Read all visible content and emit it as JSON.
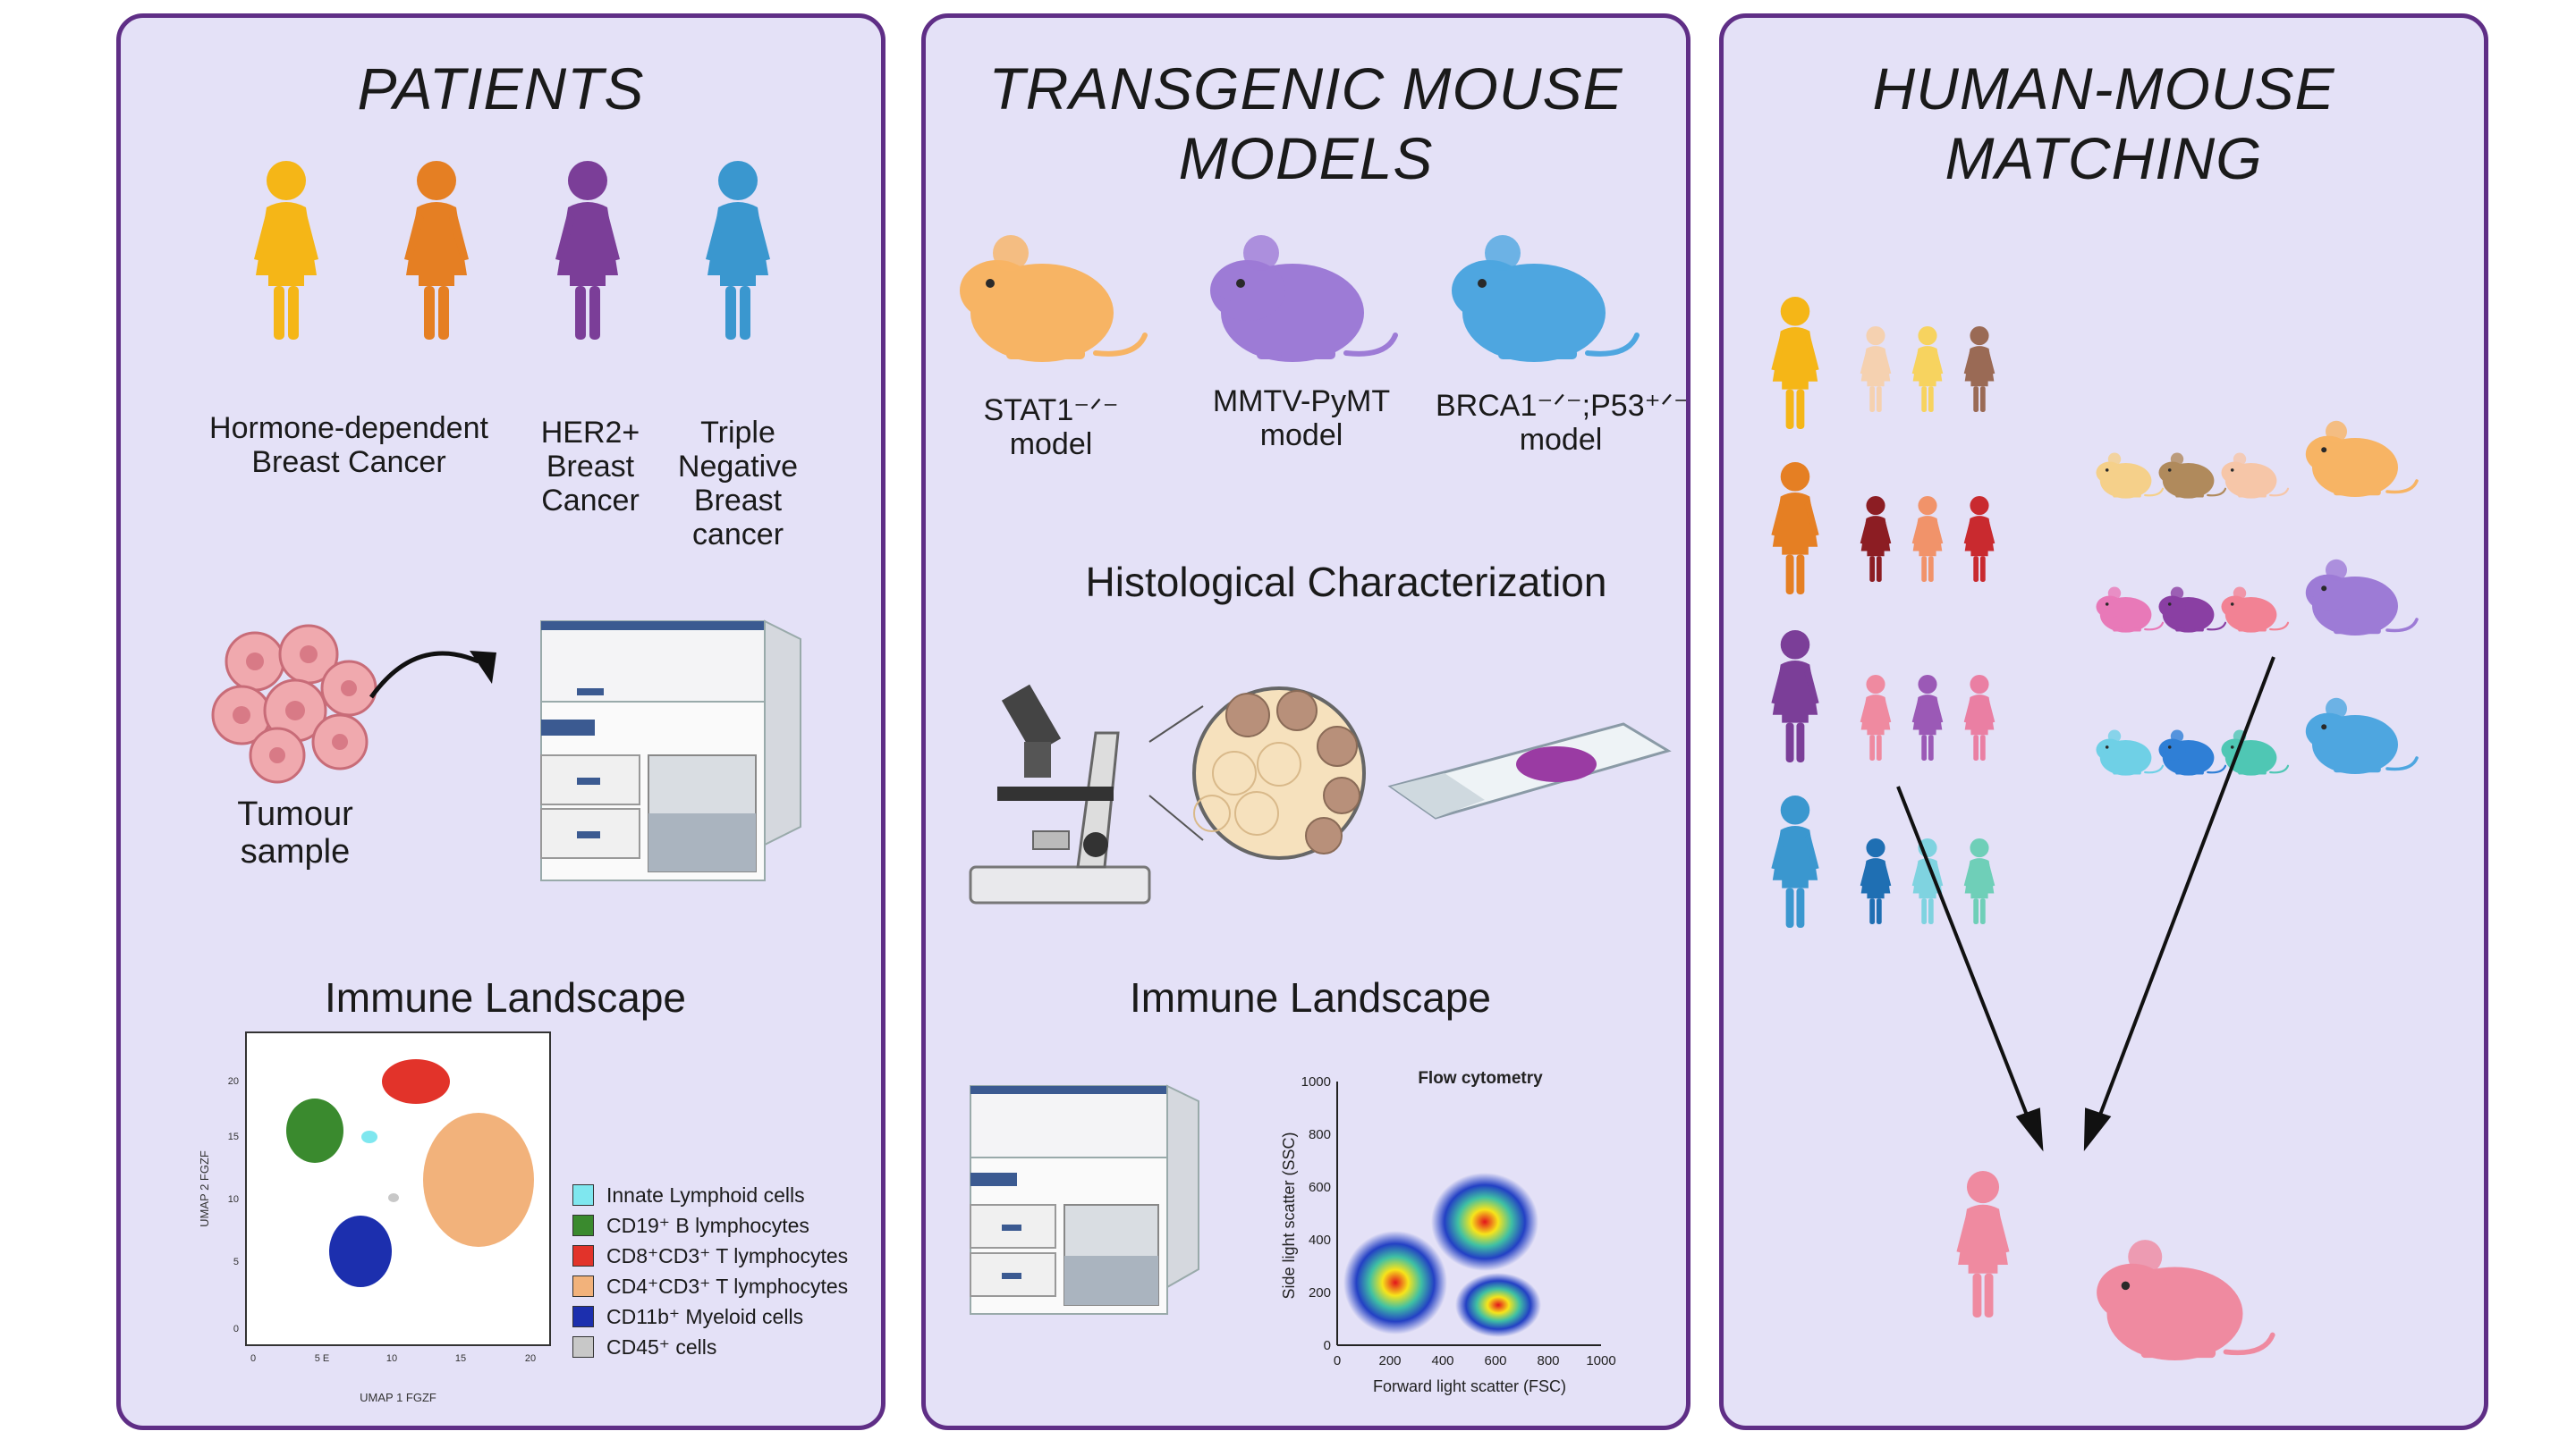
{
  "colors": {
    "panel_bg": "#e4e1f7",
    "panel_border": "#5f2e86"
  },
  "panel_patients": {
    "title": "PATIENTS",
    "figures": [
      {
        "label": "Hormone-dependent\nBreast Cancer",
        "color": "#f5b617"
      },
      {
        "color": "#e57f23"
      },
      {
        "label": "HER2+\nBreast\nCancer",
        "color": "#7b3e98"
      },
      {
        "label": "Triple\nNegative\nBreast\ncancer",
        "color": "#3a97cf"
      }
    ],
    "tumour_label": "Tumour\nsample",
    "immune_title": "Immune Landscape",
    "umap_ylabel": "UMAP 2 FGZF",
    "umap_xlabel": "UMAP 1 FGZF",
    "umap_yticks": [
      "20",
      "15",
      "10",
      "5",
      "0"
    ],
    "umap_xticks": [
      "0",
      "5 E",
      "10",
      "15",
      "20"
    ],
    "legend": [
      {
        "label": "Innate Lymphoid cells",
        "color": "#7fe7ef"
      },
      {
        "label": "CD19⁺ B lymphocytes",
        "color": "#3a8a2e"
      },
      {
        "label": "CD8⁺CD3⁺ T lymphocytes",
        "color": "#e2332a"
      },
      {
        "label": "CD4⁺CD3⁺ T lymphocytes",
        "color": "#f2b27b"
      },
      {
        "label": "CD11b⁺ Myeloid cells",
        "color": "#1c2fae"
      },
      {
        "label": "CD45⁺ cells",
        "color": "#c8c8c8"
      }
    ]
  },
  "panel_mouse": {
    "title": "TRANSGENIC MOUSE\nMODELS",
    "models": [
      {
        "label": "STAT1⁻ᐟ⁻\nmodel",
        "color": "#f7b464"
      },
      {
        "label": "MMTV-PyMT\nmodel",
        "color": "#9d7bd6"
      },
      {
        "label": "BRCA1⁻ᐟ⁻;P53⁺ᐟ⁻\nmodel",
        "color": "#4ea6e0"
      }
    ],
    "histo_title": "Histological Characterization",
    "immune_title": "Immune Landscape",
    "flow_title": "Flow cytometry",
    "flow_xlabel": "Forward light scatter (FSC)",
    "flow_ylabel": "Side light scatter (SSC)",
    "flow_ticks": [
      "0",
      "200",
      "400",
      "600",
      "800",
      "1000"
    ]
  },
  "panel_matching": {
    "title": "HUMAN-MOUSE\nMATCHING",
    "human_colors": [
      "#f5b617",
      "#e57f23",
      "#7b3e98",
      "#3a97cf"
    ],
    "result_human_color": "#ef8aa0",
    "result_mouse_color": "#ef8aa0"
  }
}
